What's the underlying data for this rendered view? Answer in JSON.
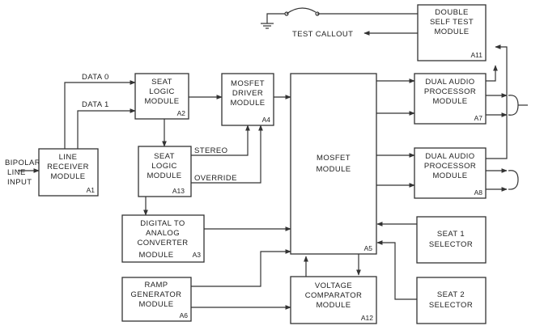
{
  "blocks": {
    "double_self_test": {
      "lines": [
        "DOUBLE",
        "SELF TEST",
        "MODULE"
      ],
      "id": "A11"
    },
    "seat_logic_a2": {
      "lines": [
        "SEAT",
        "LOGIC",
        "MODULE"
      ],
      "id": "A2"
    },
    "mosfet_driver": {
      "lines": [
        "MOSFET",
        "DRIVER",
        "MODULE"
      ],
      "id": "A4"
    },
    "mosfet_module": {
      "lines": [
        "MOSFET",
        "MODULE"
      ],
      "id": "A5"
    },
    "dual_audio_a7": {
      "lines": [
        "DUAL AUDIO",
        "PROCESSOR",
        "MODULE"
      ],
      "id": "A7"
    },
    "line_receiver": {
      "lines": [
        "LINE",
        "RECEIVER",
        "MODULE"
      ],
      "id": "A1"
    },
    "seat_logic_a13": {
      "lines": [
        "SEAT",
        "LOGIC",
        "MODULE"
      ],
      "id": "A13"
    },
    "dual_audio_a8": {
      "lines": [
        "DUAL AUDIO",
        "PROCESSOR",
        "MODULE"
      ],
      "id": "A8"
    },
    "dac": {
      "lines": [
        "DIGITAL TO",
        "ANALOG",
        "CONVERTER",
        "MODULE"
      ],
      "id": "A3"
    },
    "seat1_selector": {
      "lines": [
        "SEAT 1",
        "SELECTOR"
      ],
      "id": ""
    },
    "ramp_generator": {
      "lines": [
        "RAMP",
        "GENERATOR",
        "MODULE"
      ],
      "id": "A6"
    },
    "voltage_comparator": {
      "lines": [
        "VOLTAGE",
        "COMPARATOR",
        "MODULE"
      ],
      "id": "A12"
    },
    "seat2_selector": {
      "lines": [
        "SEAT 2",
        "SELECTOR"
      ],
      "id": ""
    }
  },
  "signals": {
    "data0": "DATA 0",
    "data1": "DATA 1",
    "stereo": "STEREO",
    "override": "OVERRIDE",
    "test_callout": "TEST CALLOUT",
    "input_line1": "BIPOLAR",
    "input_line2": "LINE",
    "input_line3": "INPUT"
  }
}
